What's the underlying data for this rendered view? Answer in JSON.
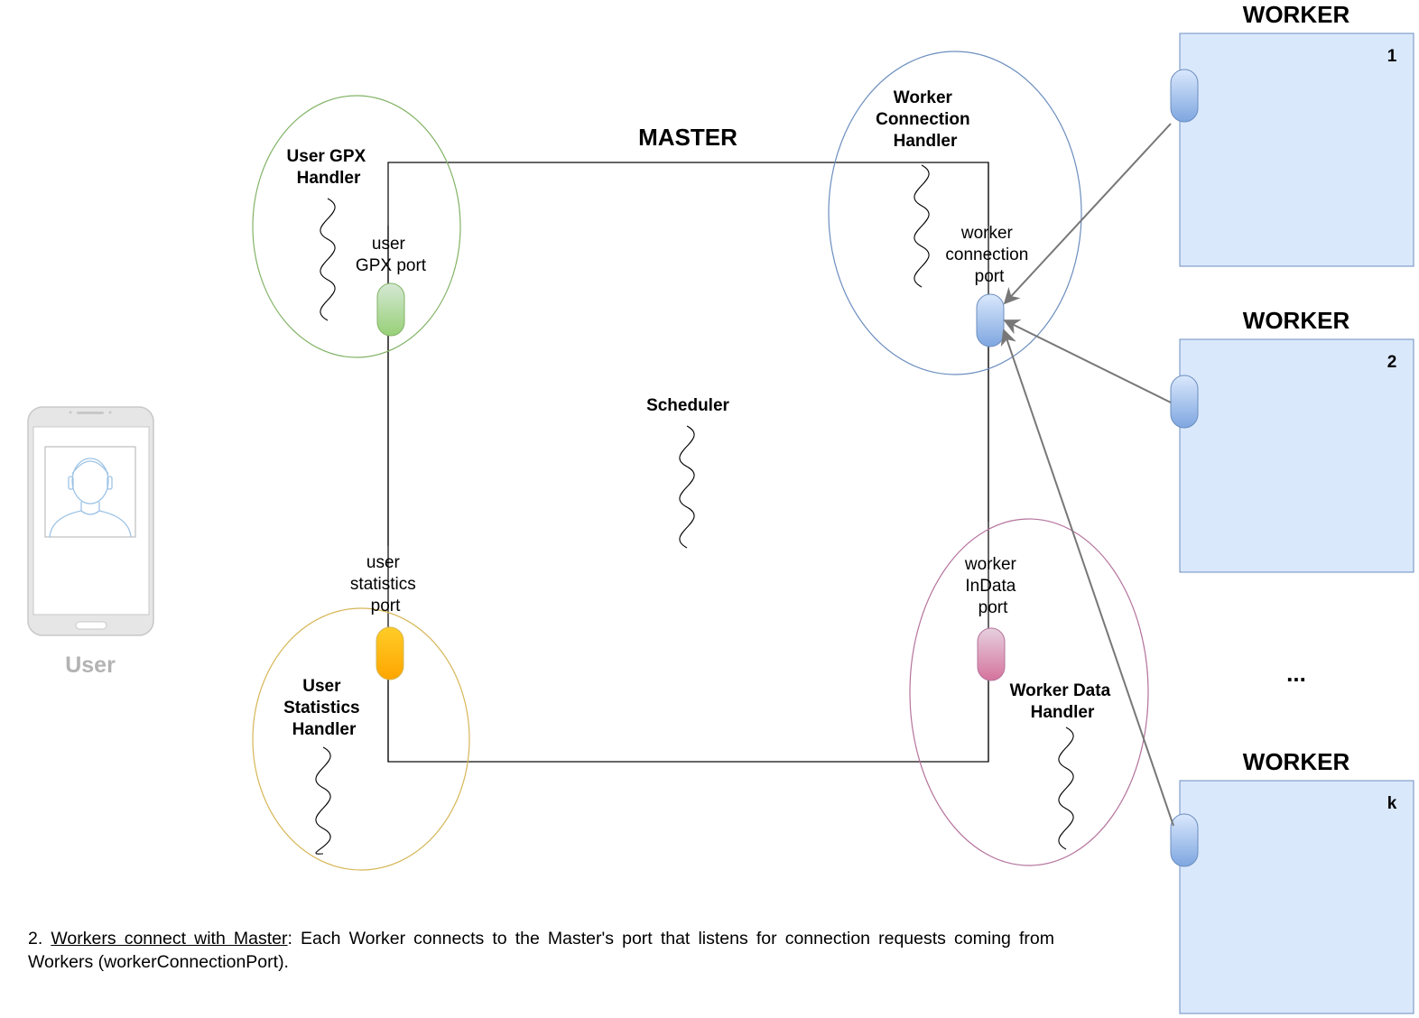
{
  "master": {
    "title": "MASTER",
    "scheduler_label": "Scheduler"
  },
  "handlers": {
    "user_gpx": {
      "line1": "User GPX",
      "line2": "Handler",
      "port_line1": "user",
      "port_line2": "GPX port"
    },
    "worker_connection": {
      "line1": "Worker",
      "line2": "Connection",
      "line3": "Handler",
      "port_line1": "worker",
      "port_line2": "connection",
      "port_line3": "port"
    },
    "user_statistics": {
      "line1": "User",
      "line2": "Statistics",
      "line3": "Handler",
      "port_line1": "user",
      "port_line2": "statistics",
      "port_line3": "port"
    },
    "worker_data": {
      "line1": "Worker Data",
      "line2": "Handler",
      "port_line1": "worker",
      "port_line2": "InData",
      "port_line3": "port"
    }
  },
  "workers": [
    {
      "title": "WORKER",
      "index": "1"
    },
    {
      "title": "WORKER",
      "index": "2"
    },
    {
      "title": "WORKER",
      "index": "k"
    }
  ],
  "ellipsis": "...",
  "user_label": "User",
  "caption": {
    "prefix": "2. ",
    "underlined": "Workers connect with Master",
    "rest": ": Each Worker connects to the Master's port that listens for connection requests coming from Workers (workerConnectionPort)."
  },
  "colors": {
    "gpx_circle": "#82b366",
    "gpx_port": "#97d077",
    "conn_circle": "#6c8ebf",
    "conn_port": "#7ea6e0",
    "stats_circle": "#d6b656",
    "stats_port": "#ffc000",
    "data_circle": "#b5739d",
    "data_port": "#d97fa8",
    "worker_fill": "#dae8fc",
    "worker_stroke": "#6c8ebf",
    "arrow": "#777777"
  }
}
